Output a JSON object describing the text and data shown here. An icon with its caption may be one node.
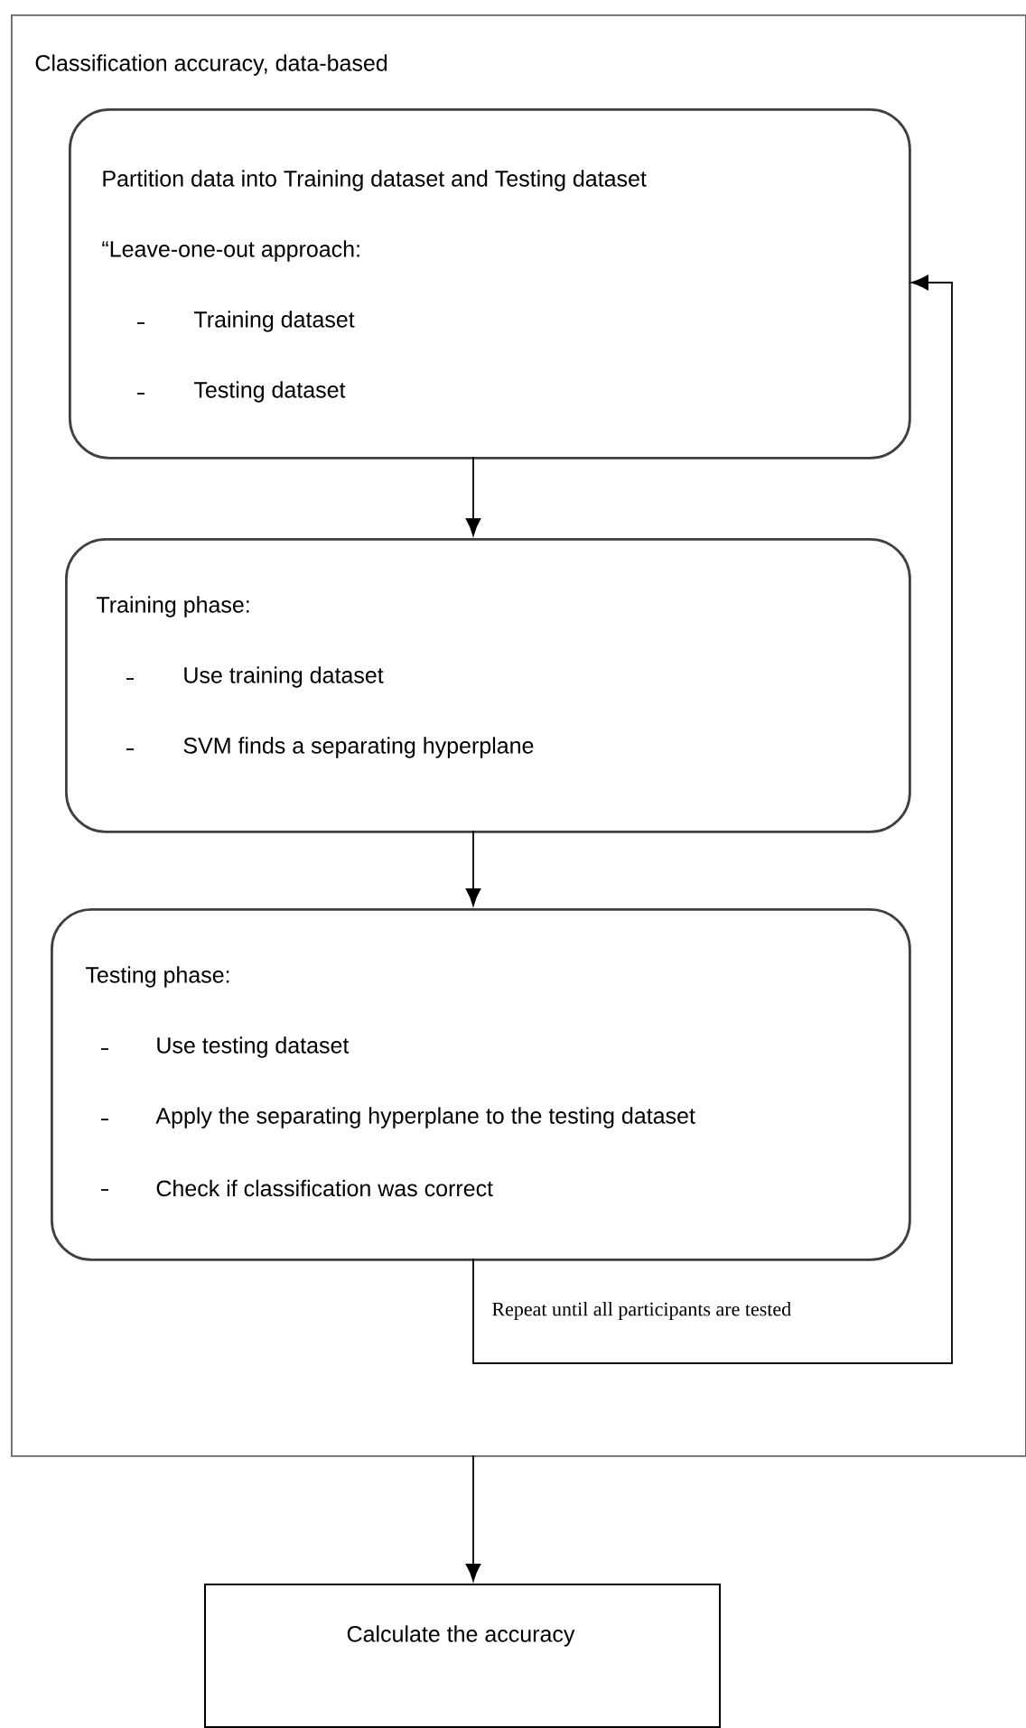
{
  "diagram": {
    "nodes": [
      {
        "text": [
          "Classification accuracy, data-based"
        ]
      },
      {
        "text": [
          "Partition data into Training dataset and Testing dataset",
          "“Leave-one-out approach:",
          "Training dataset",
          "Testing dataset"
        ],
        "in": 0
      },
      {
        "text": [
          "Training phase:",
          "Use training dataset",
          "SVM finds a separating hyperplane"
        ],
        "in": 0
      },
      {
        "text": [
          "Testing phase:",
          "Use testing dataset",
          "Apply the separating hyperplane to the testing dataset",
          "Check if classification  was correct"
        ],
        "in": 0
      },
      {
        "text": [
          "Calculate the accuracy"
        ]
      }
    ],
    "edges": [
      {
        "from": 1,
        "to": 2,
        "arrow": "to"
      },
      {
        "from": 2,
        "to": 3,
        "arrow": "to"
      },
      {
        "from": 3,
        "to": 1,
        "arrow": "to",
        "label": "Repeat until all participants are tested"
      },
      {
        "from": 0,
        "to": 4,
        "arrow": "to"
      }
    ]
  }
}
